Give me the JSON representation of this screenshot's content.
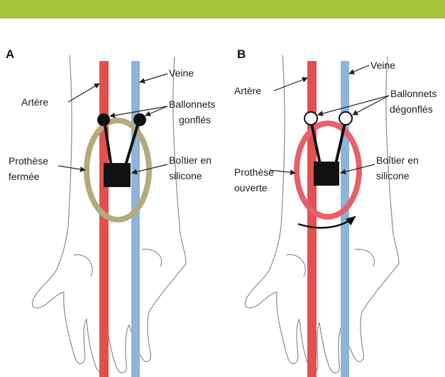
{
  "header": {
    "bar_color": "#a6c33a"
  },
  "colors": {
    "artery": "#e2504f",
    "vein": "#8db5d8",
    "ring_closed": "#b3ab7c",
    "ring_open": "#e8606a",
    "skin_outline": "#8a8a8a",
    "box": "#111111"
  },
  "panel_a": {
    "letter": "A",
    "labels": {
      "vein": "Veine",
      "artery": "Artère",
      "balloons_line1": "Ballonnets",
      "balloons_line2": "gonflés",
      "prosthesis_line1": "Prothèse",
      "prosthesis_line2": "fermée",
      "box_line1": "Boîtier en",
      "box_line2": "silicone"
    }
  },
  "panel_b": {
    "letter": "B",
    "labels": {
      "vein": "Veine",
      "artery": "Artère",
      "balloons_line1": "Ballonnets",
      "balloons_line2": "dégonflés",
      "prosthesis_line1": "Prothèse",
      "prosthesis_line2": "ouverte",
      "box_line1": "Boîtier en",
      "box_line2": "silicone"
    }
  }
}
